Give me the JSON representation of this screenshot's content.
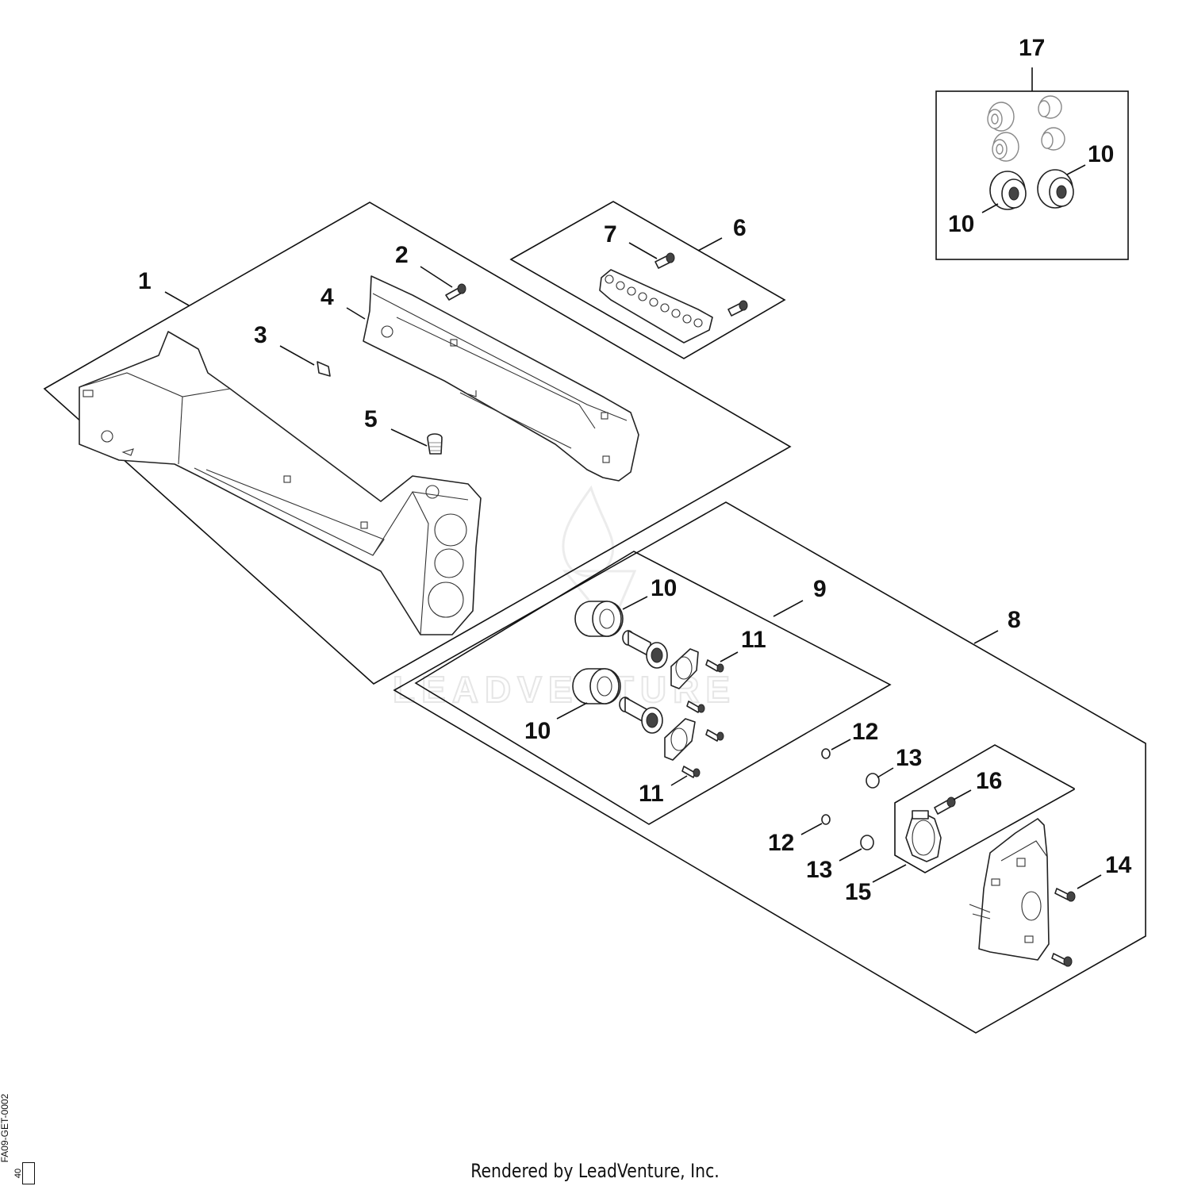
{
  "callouts": {
    "c1": "1",
    "c2": "2",
    "c3": "3",
    "c4": "4",
    "c5": "5",
    "c6": "6",
    "c7": "7",
    "c8": "8",
    "c9": "9",
    "c10a": "10",
    "c10b": "10",
    "c10c": "10",
    "c10d": "10",
    "c11a": "11",
    "c11b": "11",
    "c12a": "12",
    "c12b": "12",
    "c13a": "13",
    "c13b": "13",
    "c14": "14",
    "c15": "15",
    "c16": "16",
    "c17": "17"
  },
  "watermark": "LEADVENTURE",
  "footer": "Rendered by LeadVenture, Inc.",
  "document_id": "FA09-GET-0002",
  "document_box": "40"
}
